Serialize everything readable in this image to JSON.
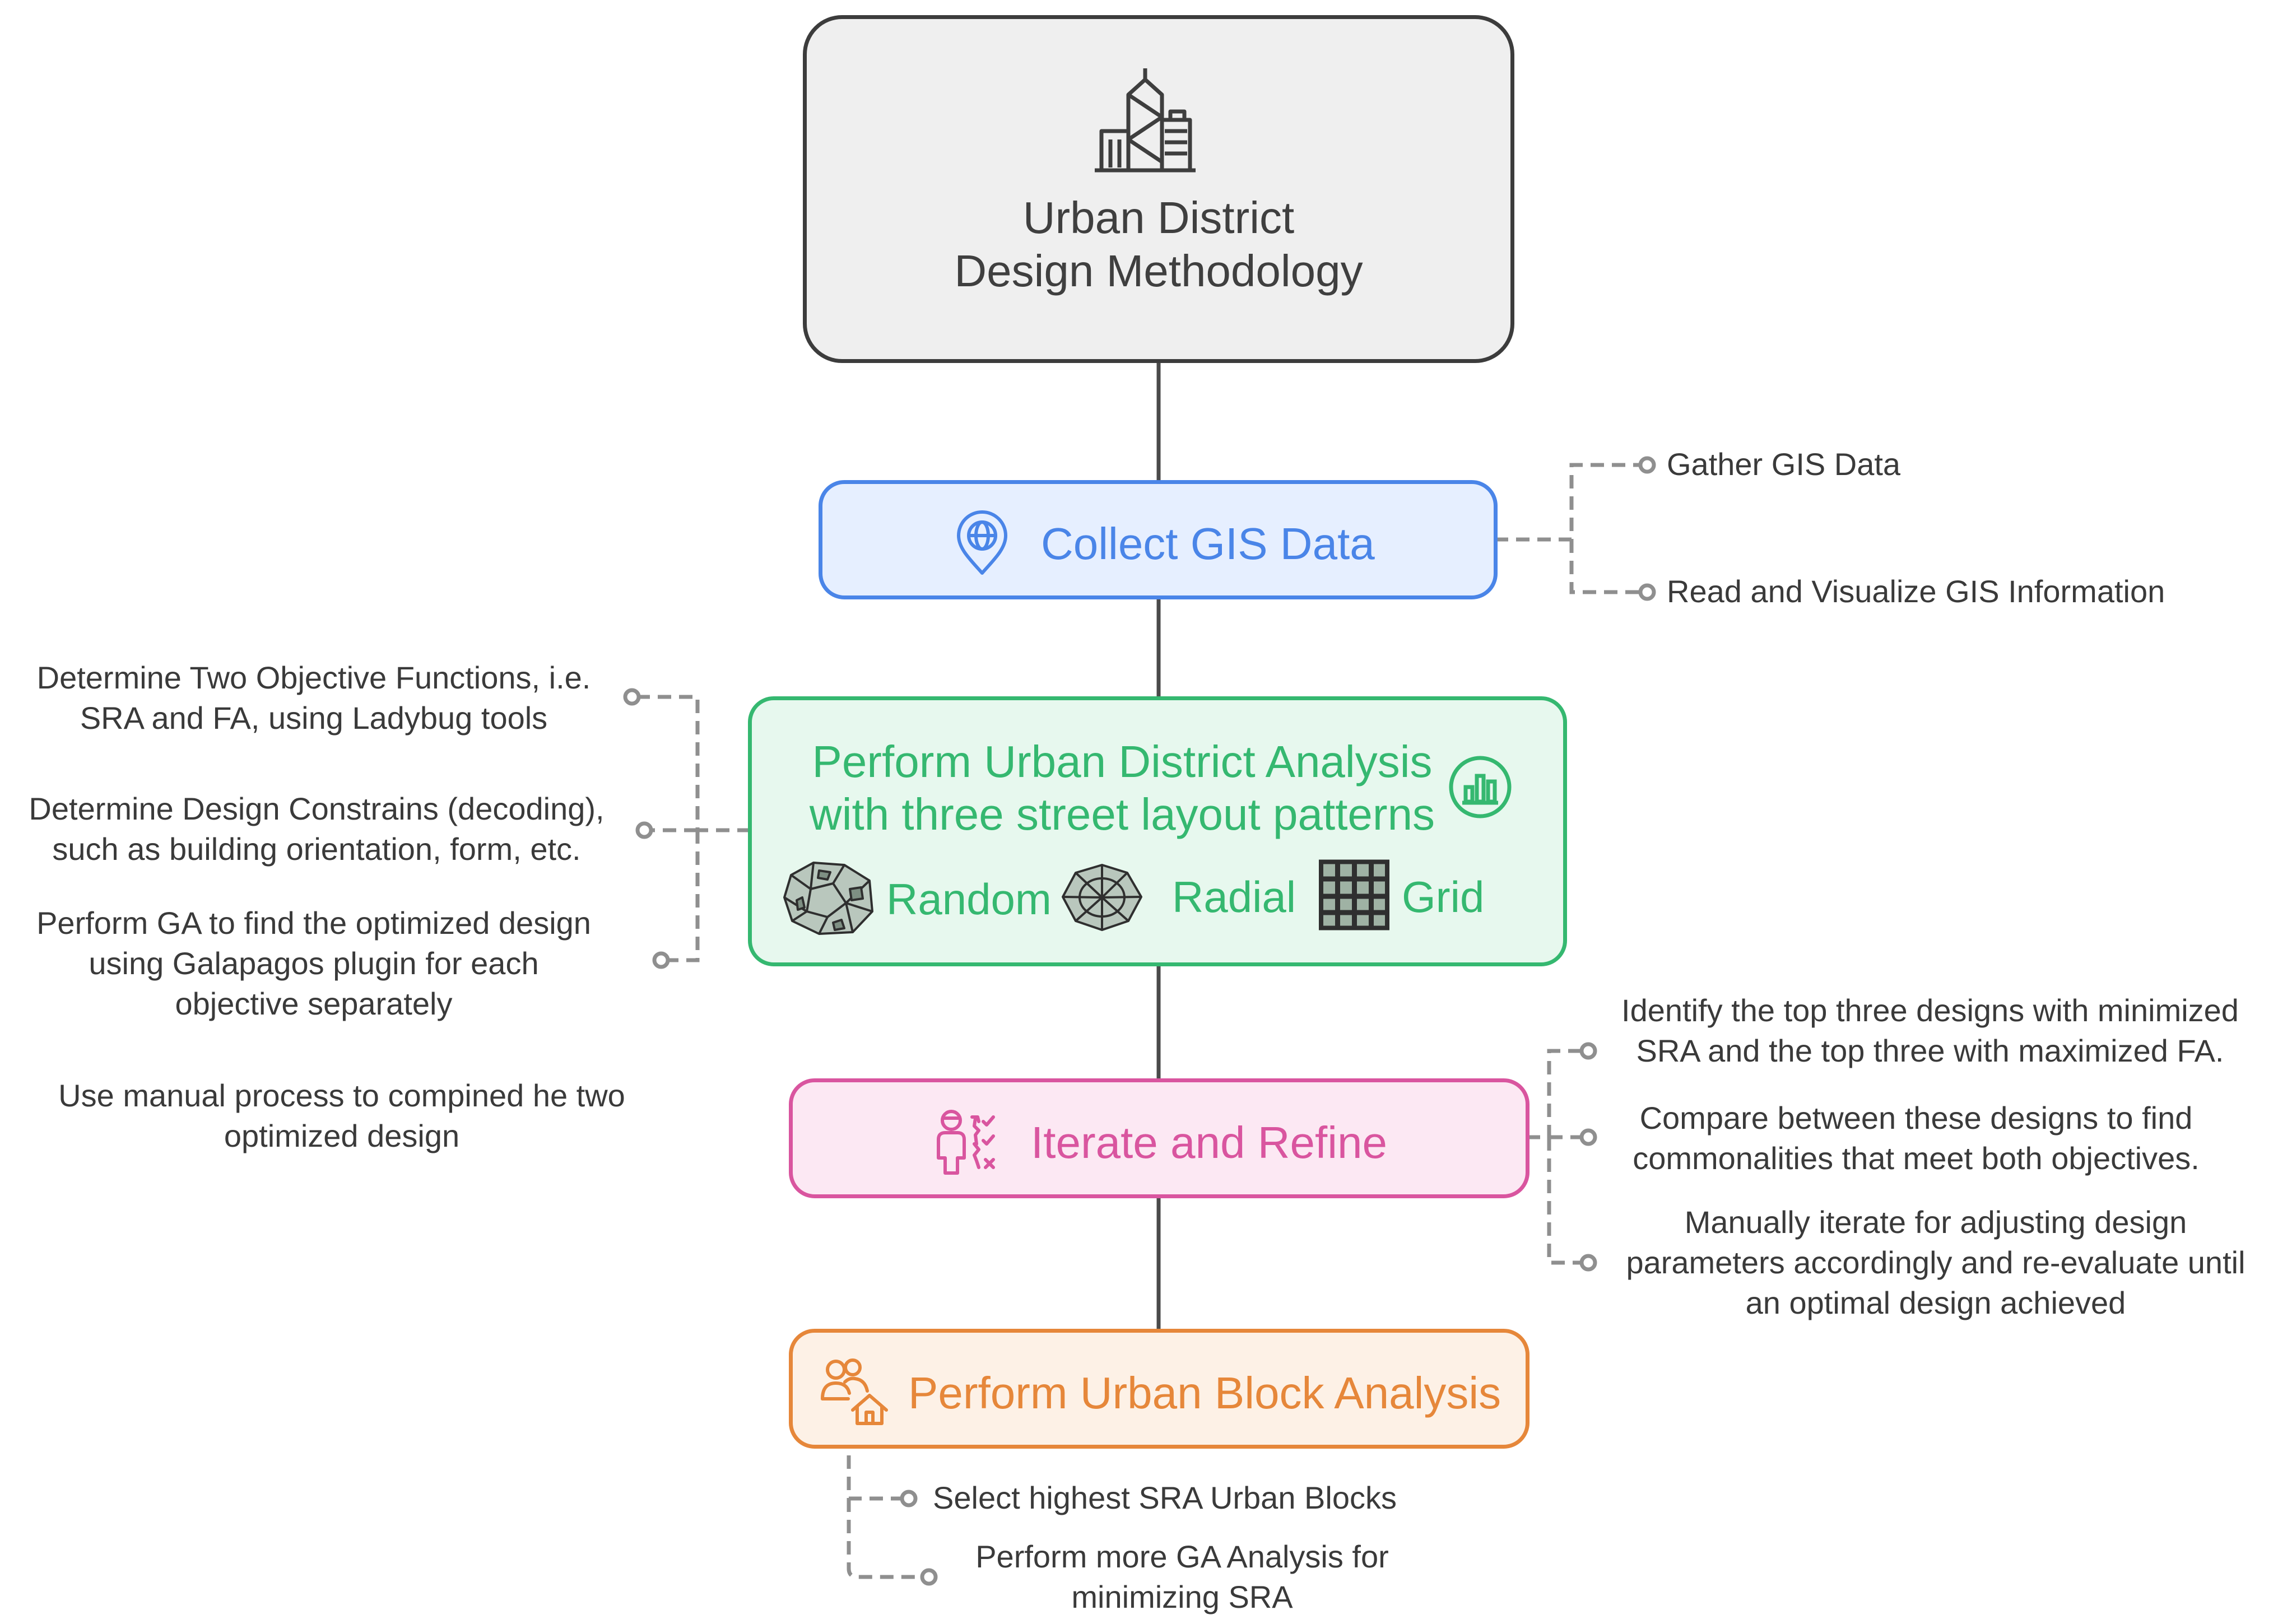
{
  "title": {
    "line1": "Urban District",
    "line2": "Design Methodology",
    "icon": "city-buildings-icon"
  },
  "steps": [
    {
      "label": "Collect GIS Data",
      "icon": "globe-location-pin-icon",
      "color": "#4a85e8",
      "fill": "#e6efff",
      "notes": [
        "Gather GIS Data",
        "Read and Visualize GIS Information"
      ]
    },
    {
      "label_line1": "Perform Urban District Analysis",
      "label_line2": "with three street layout patterns",
      "icon": "bar-chart-icon",
      "color": "#35b870",
      "fill": "#e7f8ee",
      "patterns": [
        "Random",
        "Radial",
        "Grid"
      ],
      "notes": [
        {
          "line1": "Determine Two Objective Functions, i.e.",
          "line2": "SRA and FA, using Ladybug tools"
        },
        {
          "line1": "Determine Design Constrains (decoding),",
          "line2": "such as  building orientation, form, etc."
        },
        {
          "line1": "Perform GA to find the optimized design",
          "line2": "using Galapagos plugin for each",
          "line3": "objective separately"
        }
      ]
    },
    {
      "label": "Iterate and Refine",
      "icon": "person-checklist-icon",
      "color": "#d9559f",
      "fill": "#fce8f3",
      "side_note": {
        "line1": "Use manual process to compined he two",
        "line2": "optimized design"
      },
      "notes": [
        {
          "line1": "Identify the top three designs with minimized",
          "line2": "SRA and the top three with maximized FA."
        },
        {
          "line1": "Compare between these designs to find",
          "line2": "commonalities that meet both objectives."
        },
        {
          "line1": "Manually iterate for adjusting design",
          "line2": "parameters accordingly and re-evaluate until",
          "line3": "an optimal design achieved"
        }
      ]
    },
    {
      "label": "Perform Urban Block Analysis",
      "icon": "people-house-icon",
      "color": "#e6873a",
      "fill": "#fdf1e6",
      "notes": [
        {
          "line1": "Select highest SRA Urban Blocks"
        },
        {
          "line1": "Perform more GA Analysis for",
          "line2": "minimizing SRA"
        }
      ]
    }
  ]
}
